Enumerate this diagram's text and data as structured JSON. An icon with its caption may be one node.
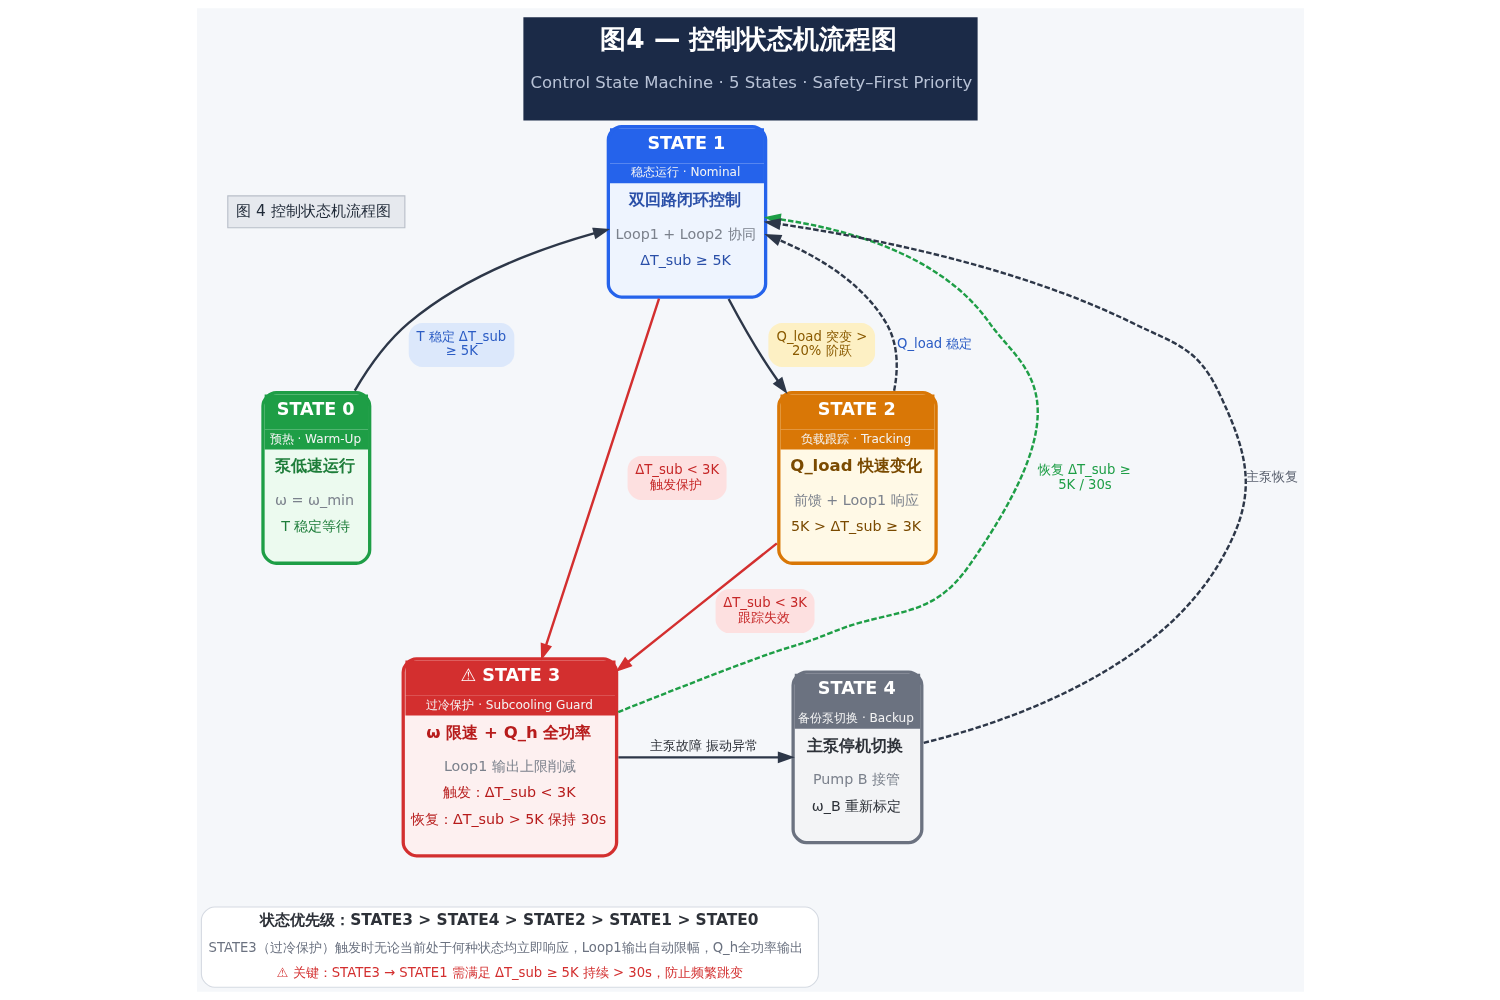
{
  "diagram": {
    "title": "图4 — 控制状态机流程图",
    "caption": "Control State Machine · 5 States · Safety–First Priority",
    "nodes": [
      {
        "text": [
          "图 4 控制状态机流程图"
        ]
      },
      {
        "text": [
          "STATE 0",
          "预热 · Warm-Up",
          "泵低速运行",
          "ω = ω_min",
          "T 稳定等待"
        ]
      },
      {
        "text": [
          "STATE 1",
          "稳态运行 · Nominal",
          "双回路闭环控制",
          "Loop1 + Loop2 协同",
          "ΔT_sub ≥ 5K"
        ]
      },
      {
        "text": [
          "STATE 2",
          "负载跟踪 · Tracking",
          "Q_load 快速变化",
          "前馈 + Loop1 响应",
          "5K > ΔT_sub ≥ 3K"
        ]
      },
      {
        "text": [
          "⚠ STATE 3",
          "过冷保护 · Subcooling Guard",
          "ω 限速 + Q_h 全功率",
          "Loop1 输出上限削减",
          "触发：ΔT_sub < 3K",
          "恢复：ΔT_sub > 5K 保持 30s"
        ]
      },
      {
        "text": [
          "STATE 4",
          "备份泵切换 · Backup",
          "主泵停机切换",
          "Pump B 接管",
          "ω_B 重新标定"
        ]
      },
      {
        "text": [
          "状态优先级：STATE3 > STATE4 > STATE2 > STATE1 > STATE0",
          "STATE3（过冷保护）触发时无论当前处于何种状态均立即响应，Loop1输出自动限幅，Q_h全功率输出",
          "⚠ 关键：STATE3 → STATE1 需满足 ΔT_sub ≥ 5K 持续 > 30s，防止频繁跳变"
        ]
      }
    ],
    "edges": [
      {
        "from": 1,
        "to": 2,
        "arrow": "to",
        "label": "T 稳定 ΔT_sub ≥ 5K"
      },
      {
        "from": 2,
        "to": 3,
        "arrow": "to",
        "label": "Q_load 突变 > 20% 阶跃"
      },
      {
        "from": 3,
        "to": 2,
        "arrow": "to",
        "label": "Q_load 稳定",
        "style": "dashed"
      },
      {
        "from": 2,
        "to": 4,
        "arrow": "to",
        "label": "ΔT_sub < 3K 触发保护",
        "color": "#d32f2f"
      },
      {
        "from": 3,
        "to": 4,
        "arrow": "to",
        "label": "ΔT_sub < 3K 跟踪失效",
        "color": "#d32f2f"
      },
      {
        "from": 4,
        "to": 5,
        "arrow": "to",
        "label": "主泵故障 振动异常"
      },
      {
        "from": 5,
        "to": 2,
        "arrow": "to",
        "label": "主泵恢复",
        "style": "dashed"
      },
      {
        "from": 4,
        "to": 2,
        "arrow": "to",
        "label": "恢复 ΔT_sub ≥ 5K / 30s",
        "style": "dashed",
        "color": "#1e9e46"
      }
    ]
  }
}
